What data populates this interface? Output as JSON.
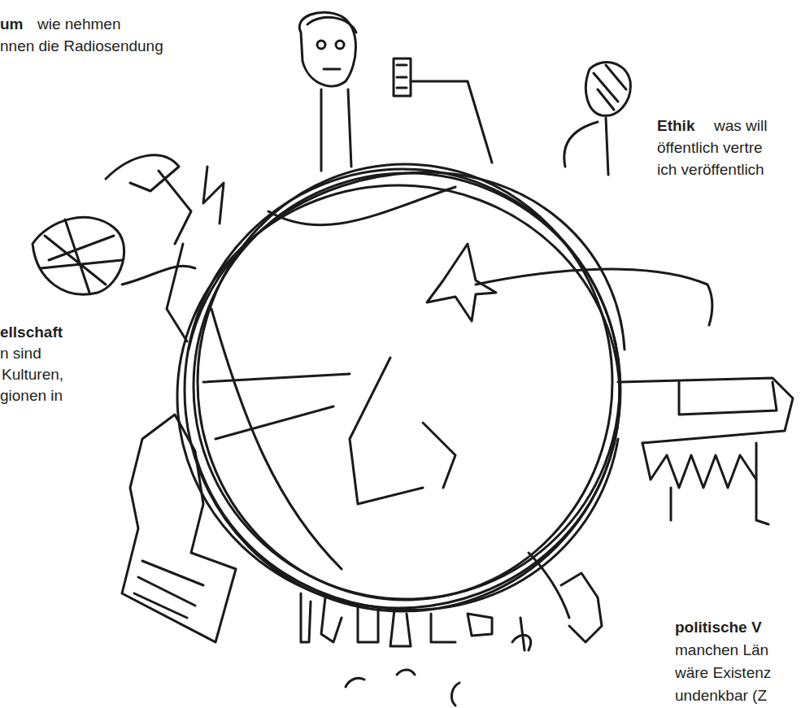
{
  "diagram": {
    "labels": [
      "um",
      "wie nehmen",
      "nnen die Radiosendung",
      "Ethik",
      "was will",
      "öffentlich vertre",
      "ich veröffentlich",
      "ellschaft",
      "n sind",
      "Kulturen,",
      "gionen in",
      "politische V",
      "manchen Län",
      "wäre Existenz",
      "undenkbar (Z"
    ]
  }
}
